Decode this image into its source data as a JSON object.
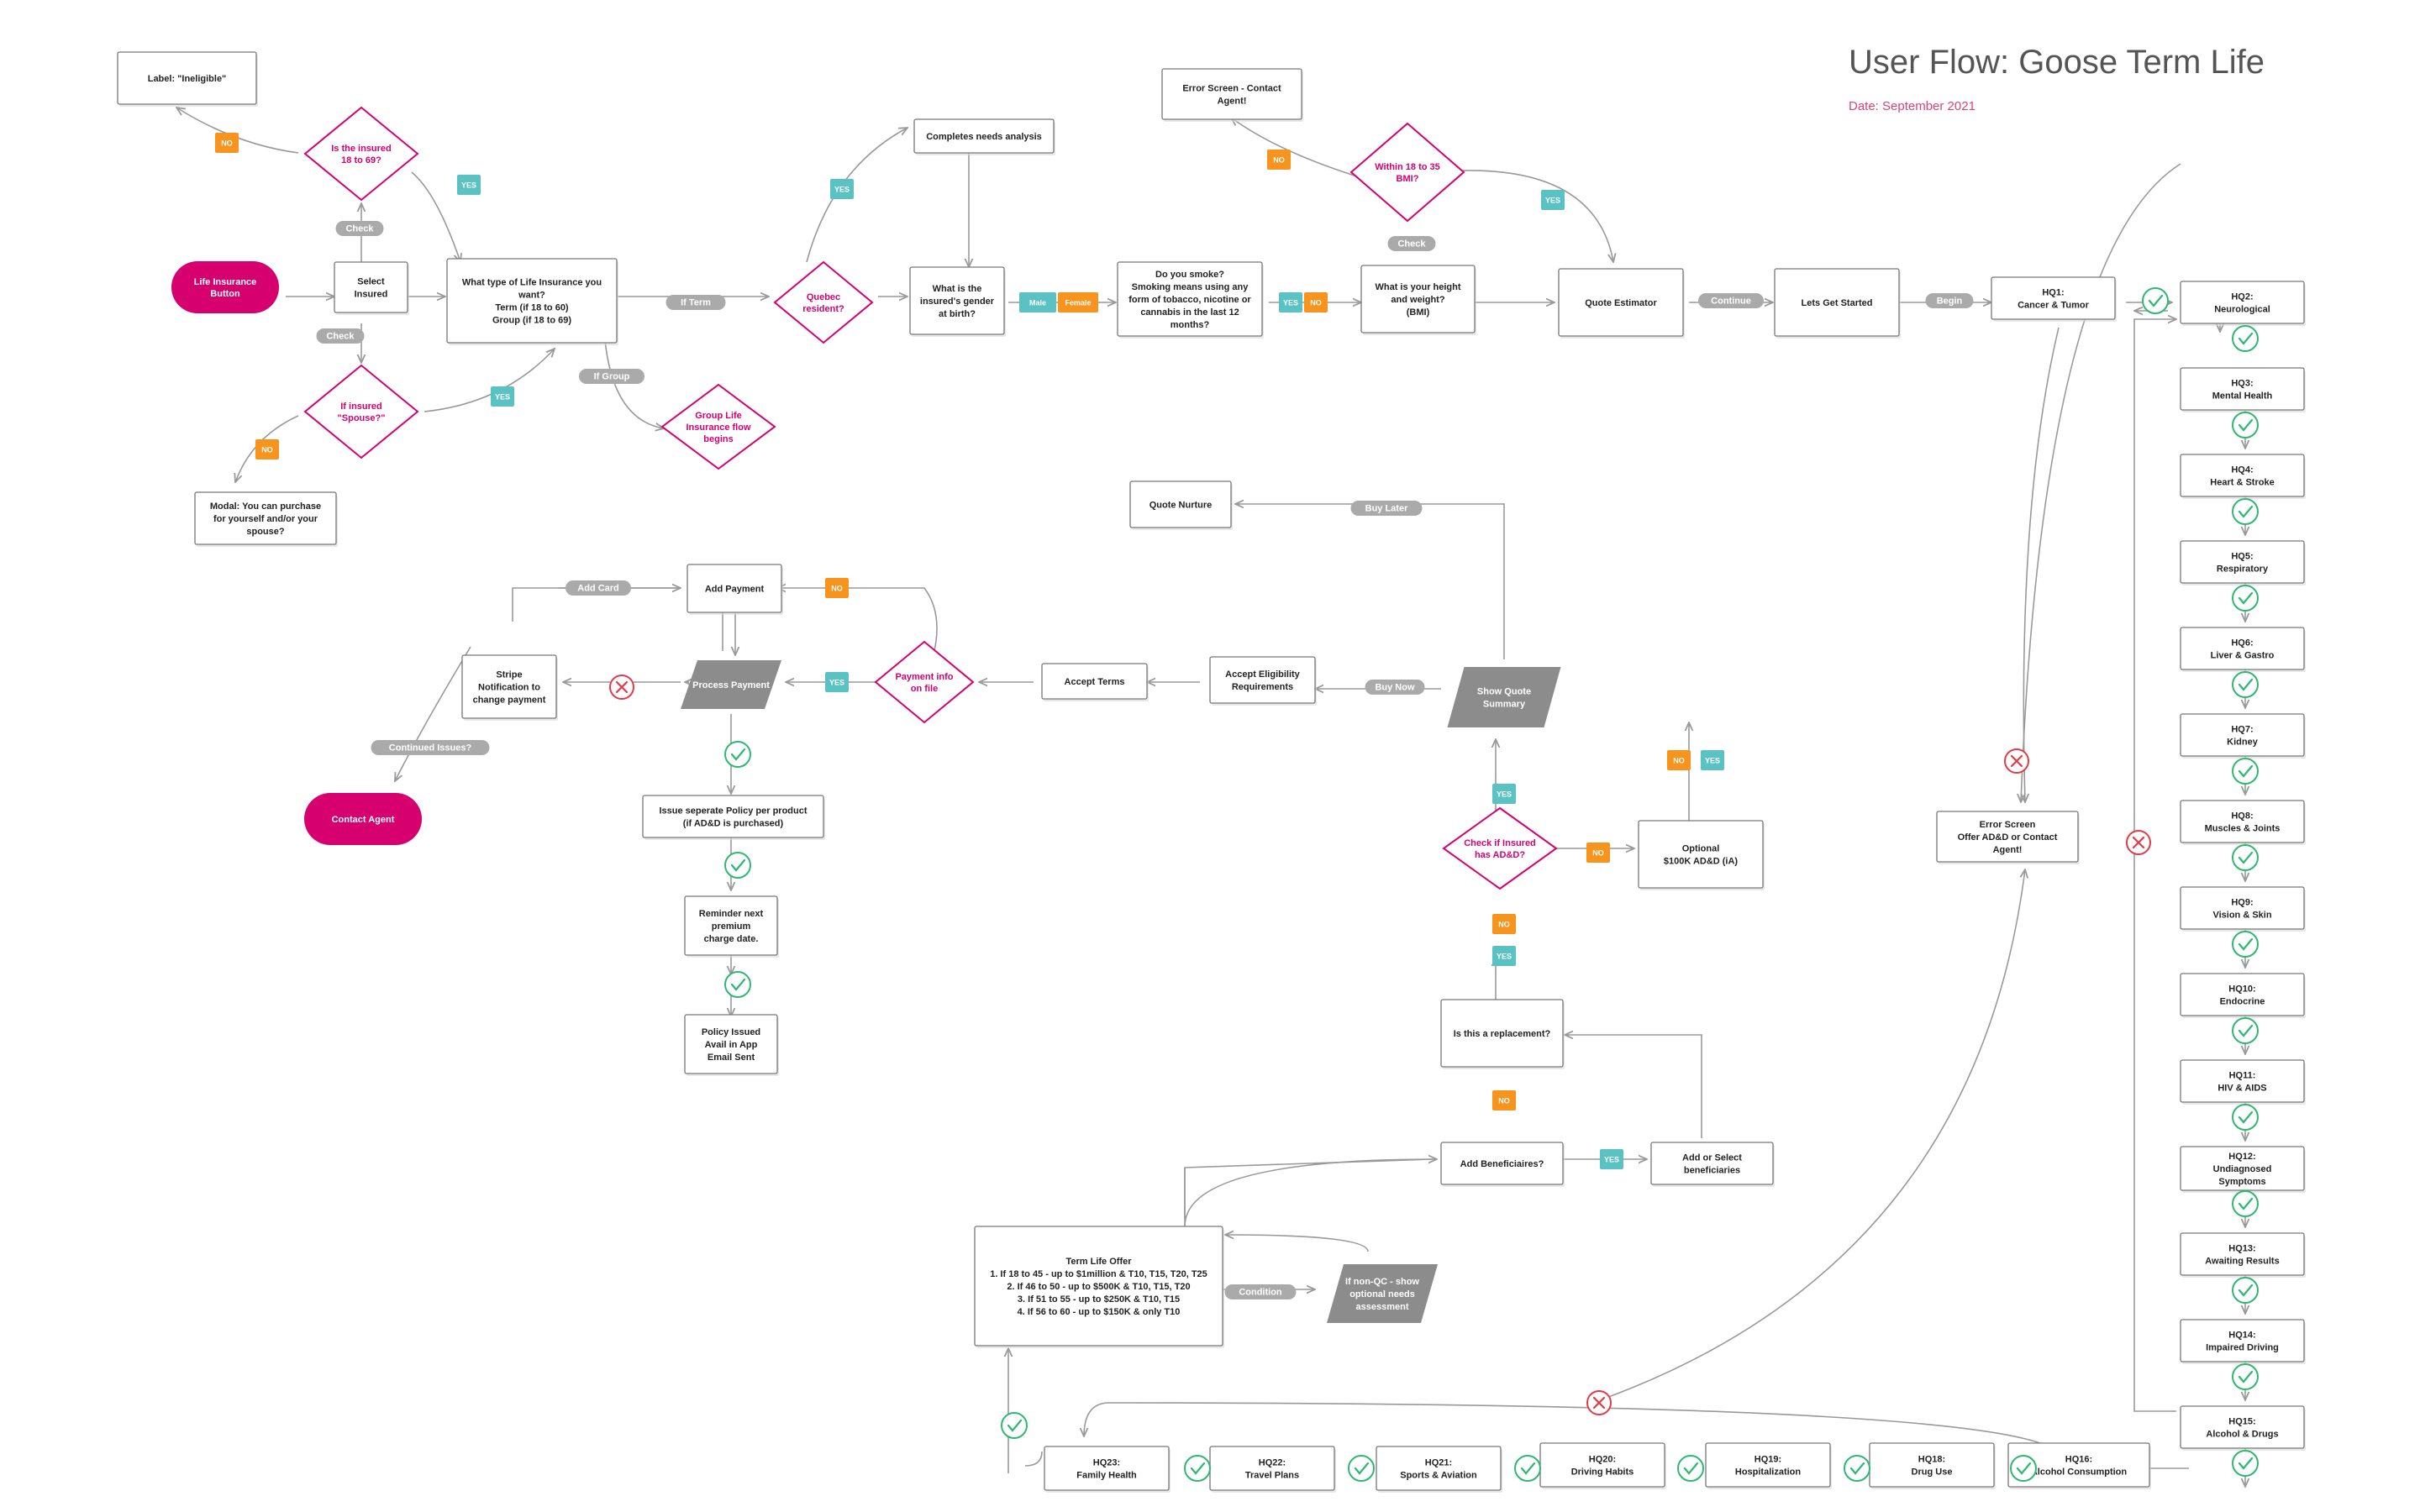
{
  "header": {
    "title": "User Flow: Goose Term Life",
    "date": "Date: September 2021"
  },
  "colors": {
    "pink": "#d6006f",
    "teal": "#5bc2c4",
    "orange": "#f7941d",
    "gray": "#aaaaaa",
    "green": "#2eb872",
    "red": "#e53946",
    "dark_gray": "#8c8c8c"
  },
  "nodes": {
    "label_ineligible": "Label: \"Ineligible\"",
    "life_insurance_button": [
      "Life Insurance",
      "Button"
    ],
    "select_insured": [
      "Select",
      "Insured"
    ],
    "what_type": [
      "What type of Life Insurance you",
      "want?",
      "Term (if 18 to 60)",
      "Group (if 18 to 69)"
    ],
    "is_insured_18_69": [
      "Is the insured",
      "18 to 69?"
    ],
    "if_insured_spouse": [
      "If insured",
      "\"Spouse?\""
    ],
    "modal_purchase": [
      "Modal: You can purchase",
      "for yourself and/or your",
      "spouse?"
    ],
    "group_life": [
      "Group Life",
      "Insurance flow",
      "begins"
    ],
    "quebec_resident": [
      "Quebec",
      "resident?"
    ],
    "completes_needs": "Completes needs analysis",
    "gender_at_birth": [
      "What is the",
      "insured's gender",
      "at birth?"
    ],
    "do_you_smoke": [
      "Do you smoke?",
      "Smoking means using any",
      "form of tobacco, nicotine or",
      "cannabis in the last 12",
      "months?"
    ],
    "height_weight": [
      "What is your height",
      "and weight?",
      "(BMI)"
    ],
    "bmi_check": [
      "Within 18 to 35",
      "BMI?"
    ],
    "error_contact_agent": [
      "Error Screen - Contact",
      "Agent!"
    ],
    "quote_estimator": "Quote Estimator",
    "lets_get_started": "Lets Get Started",
    "hq1": [
      "HQ1:",
      "Cancer & Tumor"
    ],
    "hq2": [
      "HQ2:",
      "Neurological"
    ],
    "hq3": [
      "HQ3:",
      "Mental Health"
    ],
    "hq4": [
      "HQ4:",
      "Heart & Stroke"
    ],
    "hq5": [
      "HQ5:",
      "Respiratory"
    ],
    "hq6": [
      "HQ6:",
      "Liver & Gastro"
    ],
    "hq7": [
      "HQ7:",
      "Kidney"
    ],
    "hq8": [
      "HQ8:",
      "Muscles & Joints"
    ],
    "hq9": [
      "HQ9:",
      "Vision & Skin"
    ],
    "hq10": [
      "HQ10:",
      "Endocrine"
    ],
    "hq11": [
      "HQ11:",
      "HIV & AIDS"
    ],
    "hq12": [
      "HQ12:",
      "Undiagnosed",
      "Symptoms"
    ],
    "hq13": [
      "HQ13:",
      "Awaiting Results"
    ],
    "hq14": [
      "HQ14:",
      "Impaired Driving"
    ],
    "hq15": [
      "HQ15:",
      "Alcohol & Drugs"
    ],
    "hq16": [
      "HQ16:",
      "Alcohol Consumption"
    ],
    "hq18": [
      "HQ18:",
      "Drug Use"
    ],
    "hq19": [
      "HQ19:",
      "Hospitalization"
    ],
    "hq20": [
      "HQ20:",
      "Driving Habits"
    ],
    "hq21": [
      "HQ21:",
      "Sports & Aviation"
    ],
    "hq22": [
      "HQ22:",
      "Travel Plans"
    ],
    "hq23": [
      "HQ23:",
      "Family Health"
    ],
    "error_offer_add": [
      "Error Screen",
      "Offer AD&D or  Contact",
      "Agent!"
    ],
    "term_life_offer": [
      "Term Life Offer",
      "1. If 18 to 45 - up to $1million & T10, T15, T20, T25",
      "2. If 46 to 50 - up to $500K & T10, T15, T20",
      "3. If 51 to 55 - up to $250K & T10, T15",
      "4. If 56 to 60 - up to $150K & only T10"
    ],
    "non_qc": [
      "If non-QC - show",
      "optional needs",
      "assessment"
    ],
    "add_beneficiaires": "Add Beneficiaires?",
    "add_select_beneficiaries": [
      "Add or Select",
      "beneficiaries"
    ],
    "is_replacement": "Is this a replacement?",
    "check_add": [
      "Check if Insured",
      "has AD&D?"
    ],
    "optional_add": [
      "Optional",
      "$100K AD&D (iA)"
    ],
    "show_quote_summary": [
      "Show Quote",
      "Summary"
    ],
    "quote_nurture": "Quote Nurture",
    "accept_eligibility": [
      "Accept Eligibility",
      "Requirements"
    ],
    "accept_terms": "Accept Terms",
    "payment_info": [
      "Payment info",
      "on file"
    ],
    "process_payment": "Process Payment",
    "add_payment": "Add Payment",
    "stripe_notification": [
      "Stripe",
      "Notification to",
      "change payment"
    ],
    "contact_agent": "Contact Agent",
    "issue_policy": [
      "Issue seperate Policy per product",
      "(if AD&D is purchased)"
    ],
    "reminder": [
      "Reminder next",
      "premium",
      "charge date."
    ],
    "policy_issued": [
      "Policy Issued",
      "Avail in App",
      "Email Sent"
    ]
  },
  "labels": {
    "check": "Check",
    "yes": "YES",
    "no": "NO",
    "if_term": "If Term",
    "if_group": "If Group",
    "male": "Male",
    "female": "Female",
    "continue": "Continue",
    "begin": "Begin",
    "buy_later": "Buy Later",
    "buy_now": "Buy Now",
    "add_card": "Add Card",
    "continued_issues": "Continued Issues?",
    "condition": "Condition"
  }
}
